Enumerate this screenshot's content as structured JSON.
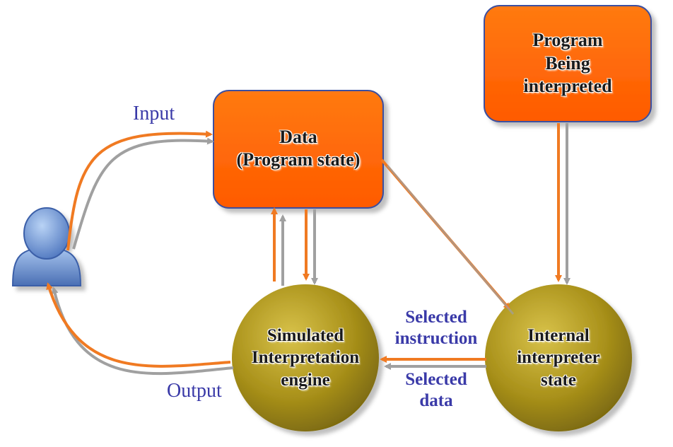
{
  "nodes": {
    "data": "Data\n(Program state)",
    "program": "Program\nBeing\ninterpreted",
    "engine": "Simulated\nInterpretation\nengine",
    "internal": "Internal\ninterpreter\nstate"
  },
  "edge_labels": {
    "input": "Input",
    "output": "Output",
    "selected_instruction": "Selected\ninstruction",
    "selected_data": "Selected\ndata"
  },
  "colors": {
    "box_fill": "#ff6a00",
    "box_border": "#3a4fa0",
    "circle_fill": "#a9911a",
    "arrow_orange": "#f07a22",
    "arrow_gray": "#a0a0a0",
    "label_blue": "#3a3aa8",
    "user_blue": "#5a82c8"
  },
  "icons": {
    "user": "user-icon"
  }
}
